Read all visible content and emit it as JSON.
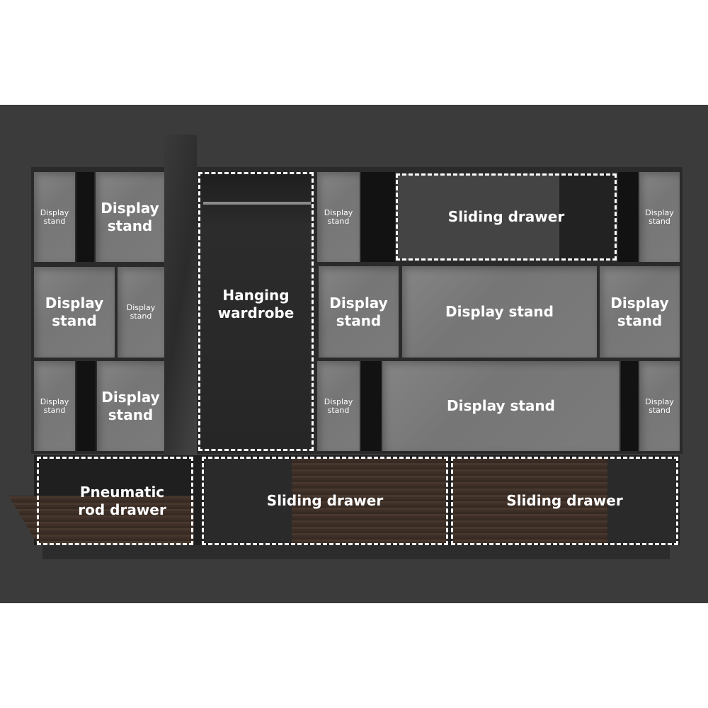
{
  "labels": {
    "display_stand": "Display\nstand",
    "display_stand_inline": "Display stand",
    "hanging_wardrobe": "Hanging\nwardrobe",
    "sliding_drawer": "Sliding drawer",
    "pneumatic_rod_drawer": "Pneumatic\nrod drawer"
  },
  "colors": {
    "background": "#3b3b3b",
    "shelf": "#7b7b7b",
    "wood": "#3d2f27",
    "dash": "#ffffff"
  }
}
